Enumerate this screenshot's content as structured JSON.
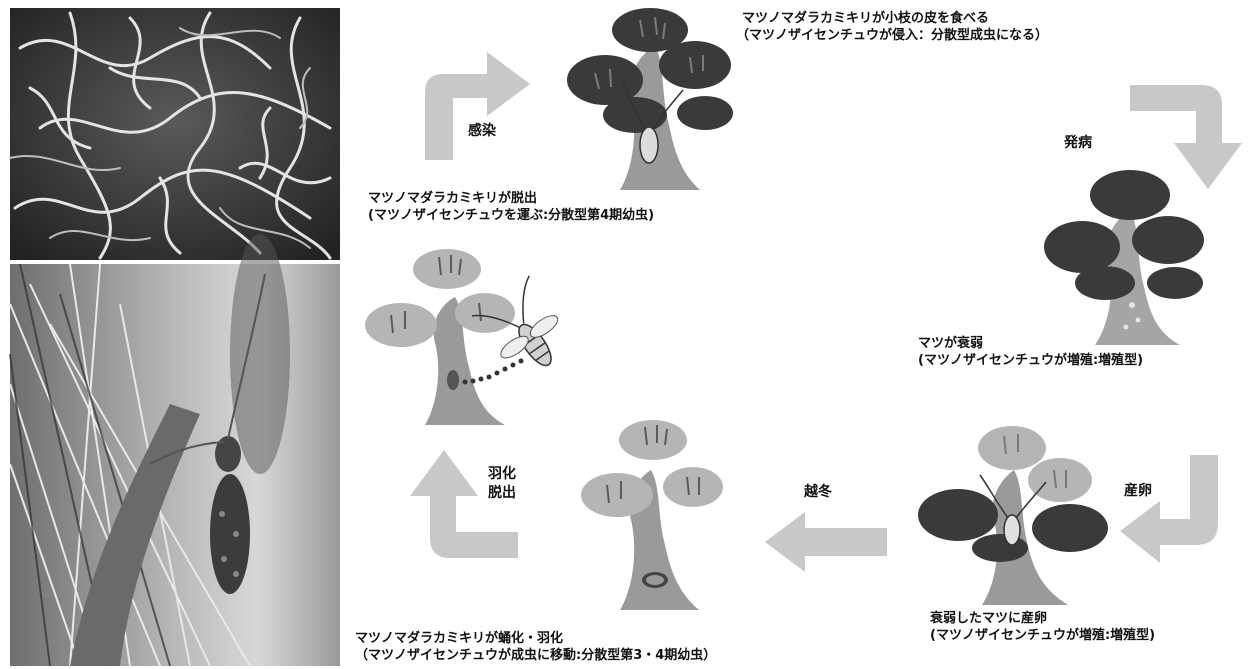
{
  "steps": {
    "infection": "感染",
    "onset": "発病",
    "oviposition": "産卵",
    "overwinter": "越冬",
    "emergence": [
      "羽化",
      "脱出"
    ]
  },
  "captions": {
    "feeding": [
      "マツノマダラカミキリが小枝の皮を食べる",
      "（マツノザイセンチュウが侵入：分散型成虫になる）"
    ],
    "exit": [
      "マツノマダラカミキリが脱出",
      "(マツノザイセンチュウを運ぶ:分散型第4期幼虫)"
    ],
    "weakened": [
      "マツが衰弱",
      "(マツノザイセンチュウが増殖:増殖型)"
    ],
    "laying": [
      "衰弱したマツに産卵",
      "(マツノザイセンチュウが増殖:増殖型)"
    ],
    "pupation": [
      "マツノマダラカミキリが蛹化・羽化",
      "（マツノザイセンチュウが成虫に移動:分散型第3・4期幼虫）"
    ]
  },
  "colors": {
    "arrow": "#c8c8c8",
    "healthy_foliage": "#3a3a3a",
    "dead_foliage": "#b5b5b5",
    "trunk": "#9a9a9a",
    "photo_dark": "#4a4a4a"
  }
}
